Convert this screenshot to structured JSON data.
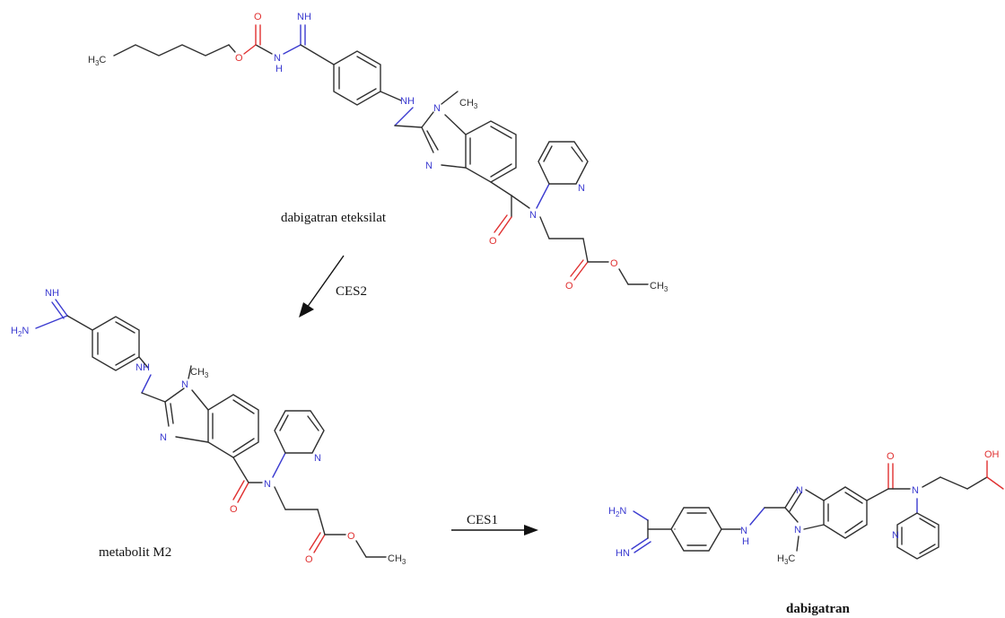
{
  "molecules": {
    "prodrug": {
      "label": "dabigatran eteksilat"
    },
    "intermediate": {
      "label": "metabolit M2"
    },
    "product": {
      "label": "dabigatran"
    }
  },
  "steps": [
    {
      "enzyme": "CES2"
    },
    {
      "enzyme": "CES1"
    }
  ],
  "atoms": {
    "h3c": "H3C",
    "o": "O",
    "oh": "OH",
    "nh": "NH",
    "n": "N",
    "h2n": "H2N",
    "hn": "HN",
    "ch3": "CH3"
  },
  "colors": {
    "nitrogen": "#3b3bd0",
    "oxygen": "#e03030",
    "carbon": "#303030"
  }
}
